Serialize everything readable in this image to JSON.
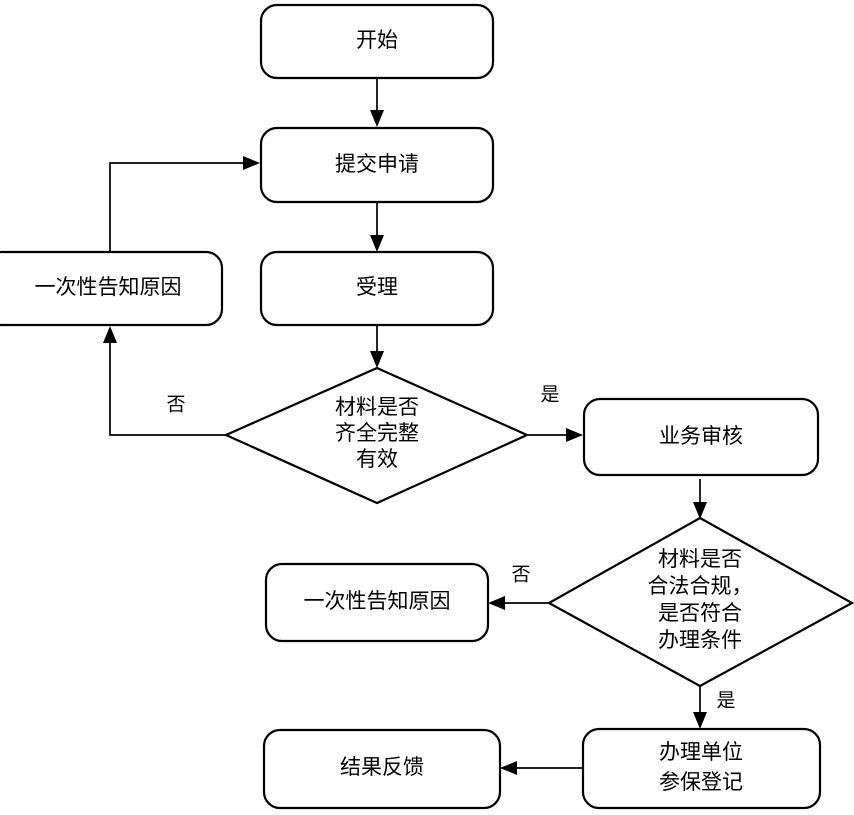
{
  "diagram": {
    "type": "flowchart",
    "title": "",
    "orientation": "top-to-bottom",
    "background_color": "#ffffff",
    "stroke_color": "#000000",
    "fill_color": "#ffffff"
  },
  "nodes": {
    "start": {
      "label": "开始",
      "shape": "rounded-rectangle",
      "lines": [
        "开始"
      ]
    },
    "submit_application": {
      "label": "提交申请",
      "shape": "rounded-rectangle",
      "lines": [
        "提交申请"
      ]
    },
    "accept": {
      "label": "受理",
      "shape": "rounded-rectangle",
      "lines": [
        "受理"
      ]
    },
    "notify_reason_1": {
      "label": "一次性告知原因",
      "shape": "rounded-rectangle",
      "lines": [
        "一次性告知原因"
      ]
    },
    "decision_materials_complete": {
      "label": "材料是否齐全完整有效",
      "shape": "diamond",
      "lines": [
        "材料是否",
        "齐全完整",
        "有效"
      ]
    },
    "business_review": {
      "label": "业务审核",
      "shape": "rounded-rectangle",
      "lines": [
        "业务审核"
      ]
    },
    "decision_materials_legal": {
      "label": "材料是否合法合规，是否符合办理条件",
      "shape": "diamond",
      "lines": [
        "材料是否",
        "合法合规，",
        "是否符合",
        "办理条件"
      ]
    },
    "notify_reason_2": {
      "label": "一次性告知原因",
      "shape": "rounded-rectangle",
      "lines": [
        "一次性告知原因"
      ]
    },
    "handle_unit_registration": {
      "label": "办理单位参保登记",
      "shape": "rounded-rectangle",
      "lines": [
        "办理单位",
        "参保登记"
      ]
    },
    "result_feedback": {
      "label": "结果反馈",
      "shape": "rounded-rectangle",
      "lines": [
        "结果反馈"
      ]
    }
  },
  "branch_labels": {
    "complete_no": "否",
    "complete_yes": "是",
    "legal_no": "否",
    "legal_yes": "是"
  },
  "edges": [
    {
      "from": "start",
      "to": "submit_application",
      "label": ""
    },
    {
      "from": "submit_application",
      "to": "accept",
      "label": ""
    },
    {
      "from": "accept",
      "to": "decision_materials_complete",
      "label": ""
    },
    {
      "from": "decision_materials_complete",
      "to": "notify_reason_1",
      "label": "否"
    },
    {
      "from": "decision_materials_complete",
      "to": "business_review",
      "label": "是"
    },
    {
      "from": "notify_reason_1",
      "to": "submit_application",
      "label": ""
    },
    {
      "from": "business_review",
      "to": "decision_materials_legal",
      "label": ""
    },
    {
      "from": "decision_materials_legal",
      "to": "notify_reason_2",
      "label": "否"
    },
    {
      "from": "decision_materials_legal",
      "to": "handle_unit_registration",
      "label": "是"
    },
    {
      "from": "handle_unit_registration",
      "to": "result_feedback",
      "label": ""
    }
  ]
}
